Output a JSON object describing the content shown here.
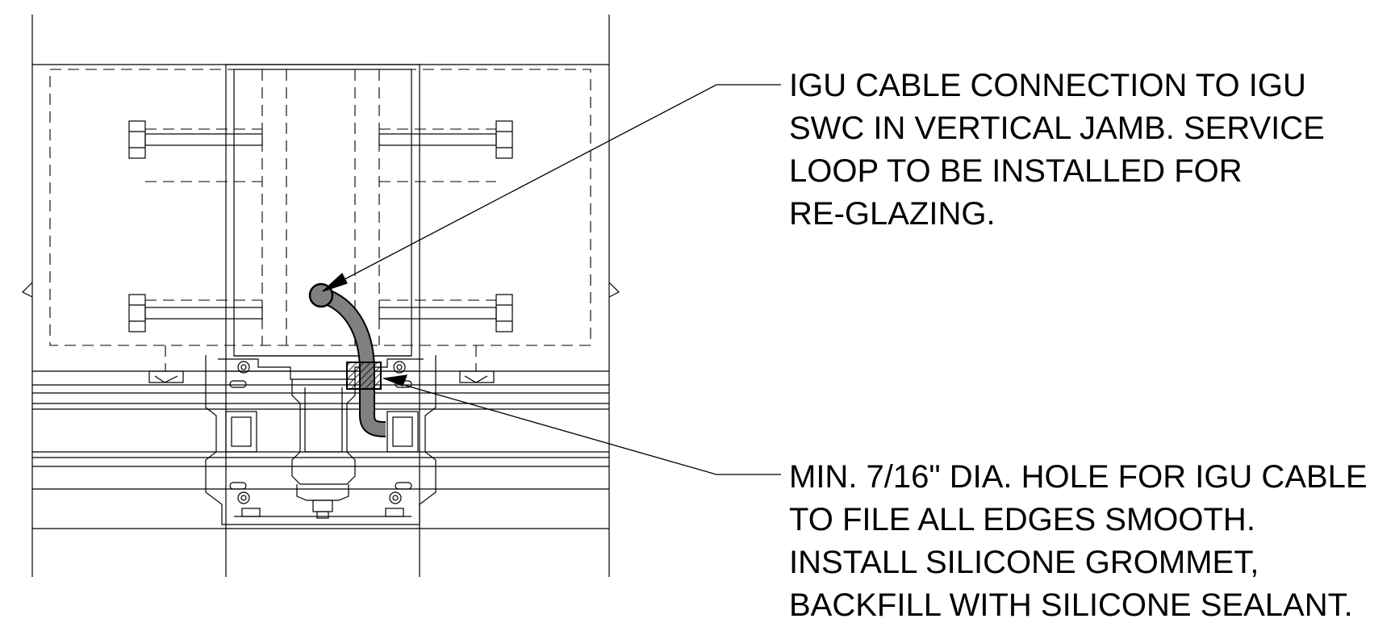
{
  "notes": {
    "cable_connection": {
      "lines": [
        "IGU CABLE CONNECTION TO IGU",
        "SWC IN VERTICAL JAMB. SERVICE",
        "LOOP TO BE INSTALLED FOR",
        "RE-GLAZING."
      ]
    },
    "hole": {
      "lines": [
        "MIN. 7/16\" DIA. HOLE FOR IGU CABLE",
        "TO FILE ALL EDGES SMOOTH.",
        "INSTALL SILICONE GROMMET,",
        "BACKFILL WITH SILICONE SEALANT."
      ]
    }
  },
  "colors": {
    "line": "#000000",
    "cable": "#808080",
    "background": "#ffffff"
  }
}
